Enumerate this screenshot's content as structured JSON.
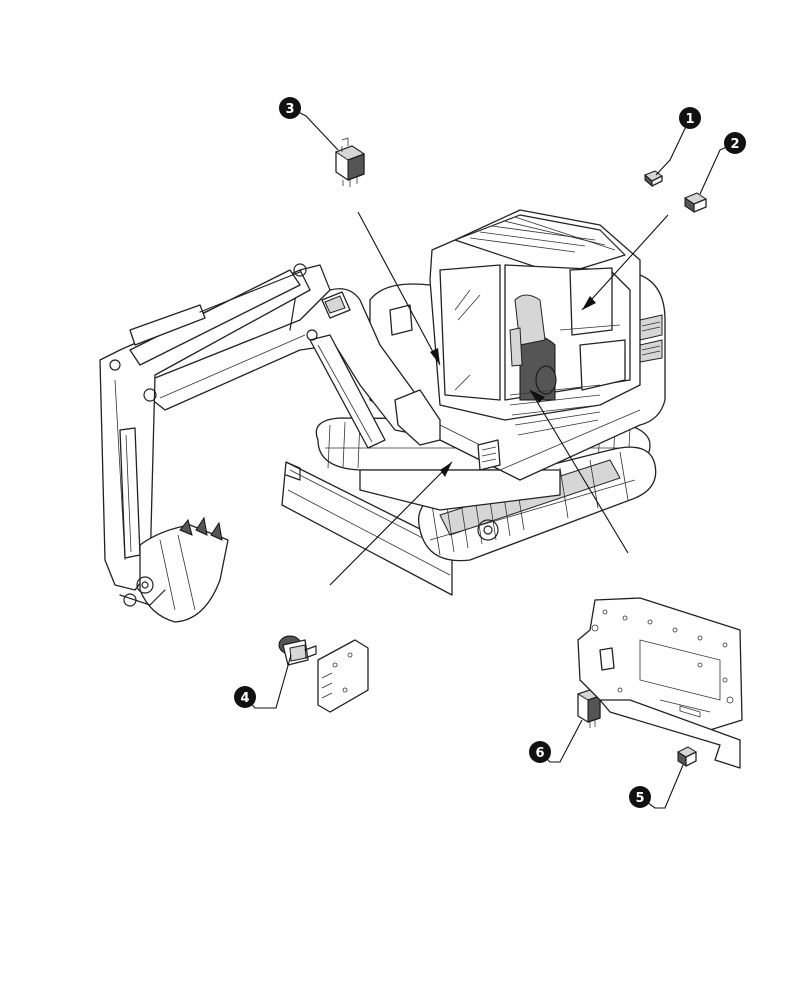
{
  "callouts": [
    {
      "id": "1",
      "label": "1"
    },
    {
      "id": "2",
      "label": "2"
    },
    {
      "id": "3",
      "label": "3"
    },
    {
      "id": "4",
      "label": "4"
    },
    {
      "id": "5",
      "label": "5"
    },
    {
      "id": "6",
      "label": "6"
    }
  ],
  "colors": {
    "line": "#222222",
    "callout_fill": "#111111",
    "callout_text": "#ffffff",
    "background": "#ffffff"
  }
}
